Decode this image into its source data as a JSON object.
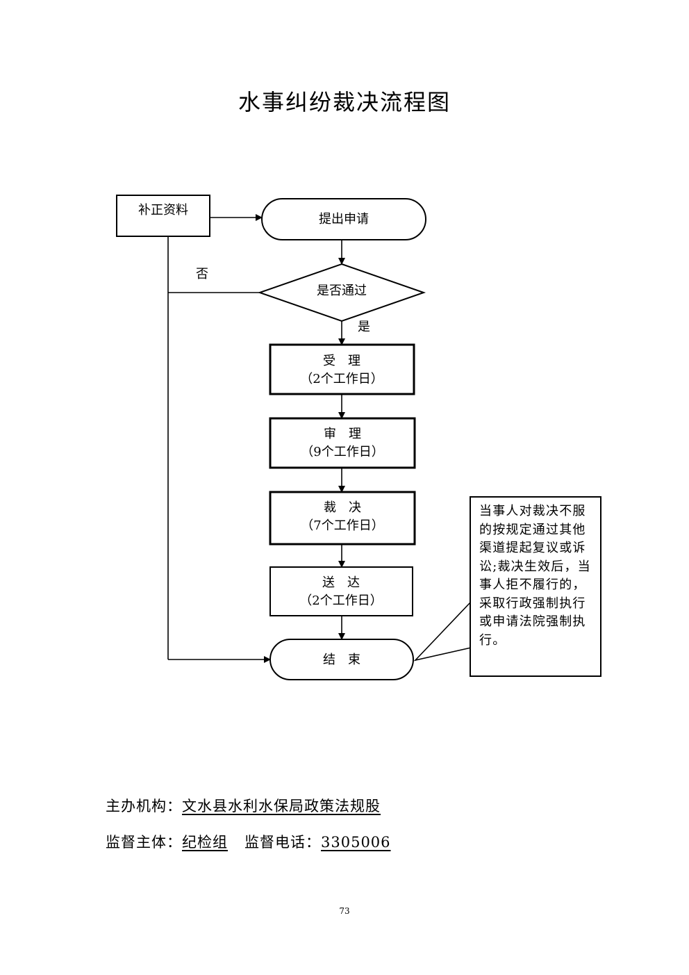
{
  "title": "水事纠纷裁决流程图",
  "nodes": {
    "supplement": "补正资料",
    "apply": "提出申请",
    "decision": "是否通过",
    "accept": {
      "name": "受　理",
      "duration": "（2个工作日）"
    },
    "review": {
      "name": "审　理",
      "duration": "（9个工作日）"
    },
    "ruling": {
      "name": "裁　决",
      "duration": "（7个工作日）"
    },
    "deliver": {
      "name": "送　达",
      "duration": "（2个工作日）"
    },
    "end": "结　束"
  },
  "edges": {
    "no_label": "否",
    "yes_label": "是"
  },
  "note": "当事人对裁决不服的按规定通过其他渠道提起复议或诉讼;裁决生效后，当事人拒不履行的，采取行政强制执行或申请法院强制执行。",
  "footer": {
    "organizer_label": "主办机构：",
    "organizer_value": "文水县水利水保局政策法规股",
    "supervisor_label": "监督主体：",
    "supervisor_value": "纪检组",
    "phone_label": "监督电话：",
    "phone_value": "3305006"
  },
  "page_number": "73"
}
